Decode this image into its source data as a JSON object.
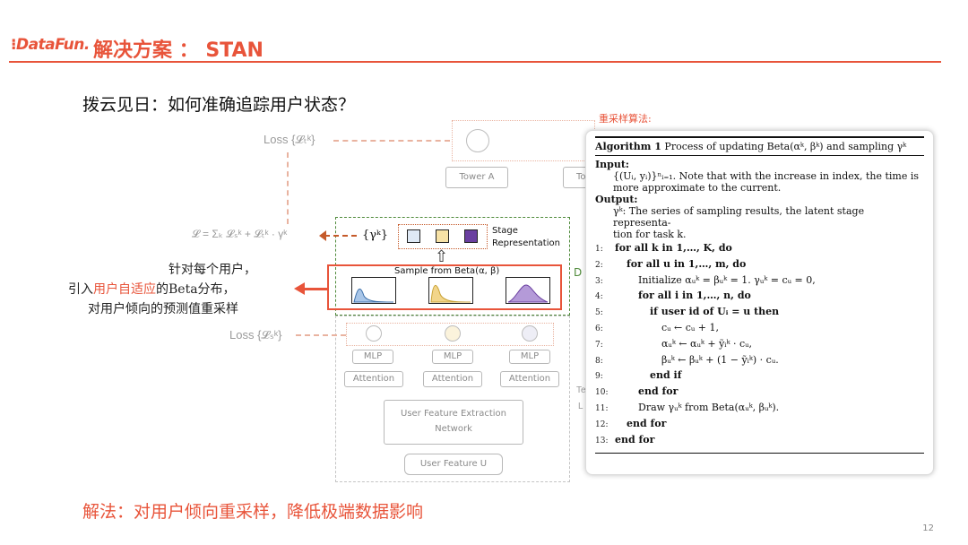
{
  "header": {
    "logo": "DataFun.",
    "title": "解决方案 ： STAN"
  },
  "subtitle": "拨云见日：如何准确追踪用户状态？",
  "diagram": {
    "loss_t": "Loss {𝓛ₜᵏ}",
    "loss_s": "Loss {𝓛ₛᵏ}",
    "formula": "𝓛 = Σₖ 𝓛ₛᵏ + 𝓛ₜᵏ · γᵏ",
    "tower_a": "Tower A",
    "tower_b": "To",
    "gamma": "{γᵏ}",
    "stage_rep": "Stage Representation",
    "sample_label": "Sample from Beta(α, β)",
    "d_label": "D",
    "mlp_labels": [
      "MLP",
      "MLP",
      "MLP"
    ],
    "attention_labels": [
      "Attention",
      "Attention",
      "Attention"
    ],
    "te_label": "Te",
    "l_label": "L",
    "extraction": "User Feature Extraction Network",
    "user_feature": "User Feature U",
    "stage_colors": [
      "#a9c6e8",
      "#f2d58a",
      "#6a3fa0"
    ]
  },
  "annotation": {
    "line1": "针对每个用户，",
    "line2_prefix": "引入",
    "line2_highlight": "用户自适应",
    "line2_suffix": "的Beta分布，",
    "line3": "对用户倾向的预测值重采样"
  },
  "resample_label": "重采样算法:",
  "algorithm": {
    "title_bold": "Algorithm 1",
    "title_rest": "Process of updating Beta(αᵏ, βᵏ) and sampling γᵏ",
    "input_label": "Input:",
    "input_text_1": "{(Uᵢ, yᵢ)}ⁿᵢ₌₁. Note that with the increase in index, the time is",
    "input_text_2": "more approximate to the current.",
    "output_label": "Output:",
    "output_text_1": "γᵏ: The series of sampling results, the latent stage representa-",
    "output_text_2": "tion for task k.",
    "lines": [
      {
        "n": "1:",
        "t": "for all k in 1,…, K, do"
      },
      {
        "n": "2:",
        "t": "for all u in 1,…, m, do"
      },
      {
        "n": "3:",
        "t": "Initialize αᵤᵏ = βᵤᵏ = 1. γᵤᵏ = cᵤ = 0,"
      },
      {
        "n": "4:",
        "t": "for all i in 1,…, n, do"
      },
      {
        "n": "5:",
        "t": "if user id of Uᵢ = u then"
      },
      {
        "n": "6:",
        "t": "cᵤ ← cᵤ + 1,"
      },
      {
        "n": "7:",
        "t": "αᵤᵏ ← αᵤᵏ + ỹᵢᵏ · cᵤ,"
      },
      {
        "n": "8:",
        "t": "βᵤᵏ ← βᵤᵏ + (1 − ỹᵢᵏ) · cᵤ."
      },
      {
        "n": "9:",
        "t": "end if"
      },
      {
        "n": "10:",
        "t": "end for"
      },
      {
        "n": "11:",
        "t": "Draw γᵤᵏ from Beta(αᵤᵏ, βᵤᵏ)."
      },
      {
        "n": "12:",
        "t": "end for"
      },
      {
        "n": "13:",
        "t": "end for"
      }
    ]
  },
  "conclusion": "解法：对用户倾向重采样，降低极端数据影响",
  "page_number": "12"
}
